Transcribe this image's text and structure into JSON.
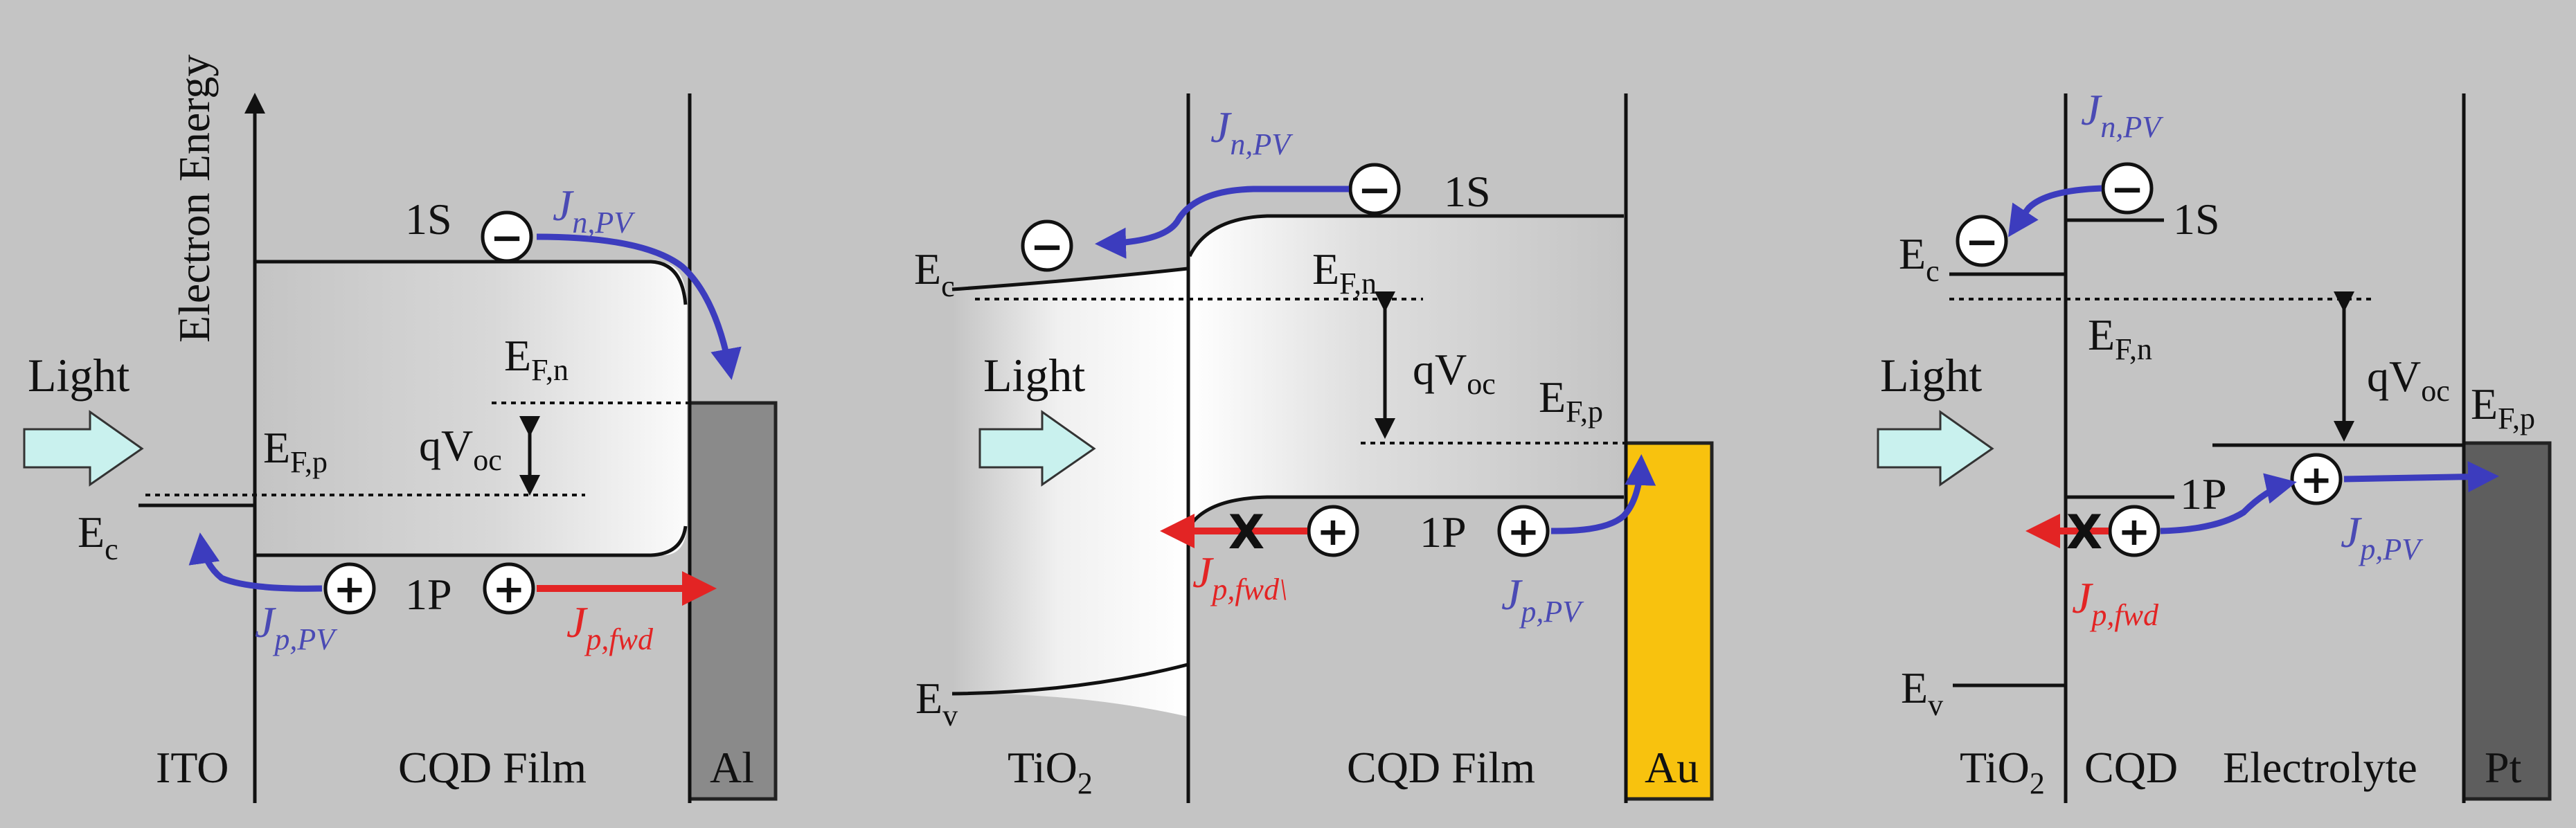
{
  "colors": {
    "background": "#c4c4c4",
    "electron_current": "#3c3cbe",
    "hole_forward_current": "#e32424",
    "light_arrow_fill": "#c9f1ee",
    "aluminum": "#8a8a8a",
    "gold": "#f8c20e",
    "platinum": "#5e5e5e"
  },
  "y_axis_label": "Electron Energy",
  "common": {
    "light": "Light",
    "band_1s": "1S",
    "band_1p": "1P",
    "ec_base": "E",
    "ec_sub": "c",
    "ev_base": "E",
    "ev_sub": "v",
    "efn_base": "E",
    "efn_sub": "F,n",
    "efp_base": "E",
    "efp_sub": "F,p",
    "qvoc_base": "qV",
    "qvoc_sub": "oc",
    "j_base": "J",
    "jn_pv_sub": "n,PV",
    "jp_pv_sub": "p,PV",
    "jp_fwd_sub": "p,fwd",
    "jp_fwd_sub_panel2": "p,fwd\\",
    "minus": "−",
    "plus": "+",
    "block_mark": "X"
  },
  "panels": [
    {
      "id": "ito-cqd-al",
      "materials": [
        "ITO",
        "CQD Film",
        "Al"
      ]
    },
    {
      "id": "tio2-cqd-au",
      "materials": [
        "TiO",
        "2",
        "CQD Film",
        "Au"
      ]
    },
    {
      "id": "tio2-cqd-electrolyte-pt",
      "materials": [
        "TiO",
        "2",
        "CQD",
        "Electrolyte",
        "Pt"
      ]
    }
  ]
}
